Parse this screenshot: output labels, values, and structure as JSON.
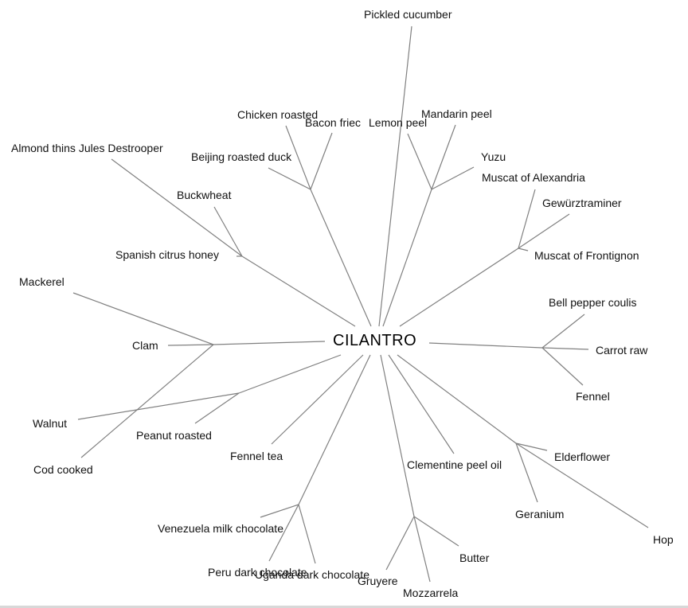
{
  "diagram": {
    "type": "radial-tree",
    "center": {
      "id": "cilantro",
      "label": "CILANTRO"
    },
    "line_color": "#808080",
    "text_color": "#111111",
    "nodes": [
      {
        "id": "pickled-cucumber",
        "label": "Pickled cucumber"
      },
      {
        "id": "chicken-roasted",
        "label": "Chicken roasted"
      },
      {
        "id": "bacon-fried",
        "label": "Bacon friec"
      },
      {
        "id": "beijing-roasted-duck",
        "label": "Beijing roasted duck"
      },
      {
        "id": "lemon-peel",
        "label": "Lemon peel"
      },
      {
        "id": "mandarin-peel",
        "label": "Mandarin peel"
      },
      {
        "id": "yuzu",
        "label": "Yuzu"
      },
      {
        "id": "muscat-of-alexandria",
        "label": "Muscat of Alexandria"
      },
      {
        "id": "gewurztraminer",
        "label": "Gewürztraminer"
      },
      {
        "id": "muscat-of-frontignon",
        "label": "Muscat of Frontignon"
      },
      {
        "id": "almond-thins",
        "label": "Almond thins Jules Destrooper"
      },
      {
        "id": "buckwheat",
        "label": "Buckwheat"
      },
      {
        "id": "spanish-citrus-honey",
        "label": "Spanish citrus honey"
      },
      {
        "id": "mackerel",
        "label": "Mackerel"
      },
      {
        "id": "clam",
        "label": "Clam"
      },
      {
        "id": "cod-cooked",
        "label": "Cod cooked"
      },
      {
        "id": "walnut",
        "label": "Walnut"
      },
      {
        "id": "peanut-roasted",
        "label": "Peanut roasted"
      },
      {
        "id": "fennel-tea",
        "label": "Fennel tea"
      },
      {
        "id": "bell-pepper-coulis",
        "label": "Bell pepper coulis"
      },
      {
        "id": "carrot-raw",
        "label": "Carrot raw"
      },
      {
        "id": "fennel",
        "label": "Fennel"
      },
      {
        "id": "clementine-peel-oil",
        "label": "Clementine peel oil"
      },
      {
        "id": "elderflower",
        "label": "Elderflower"
      },
      {
        "id": "geranium",
        "label": "Geranium"
      },
      {
        "id": "hop",
        "label": "Hop"
      },
      {
        "id": "venezuela-milk-chocolate",
        "label": "Venezuela milk chocolate"
      },
      {
        "id": "peru-dark-chocolate",
        "label": "Peru dark chocolate"
      },
      {
        "id": "uganda-dark-chocolate",
        "label": "Uganda dark chocolate"
      },
      {
        "id": "gruyere",
        "label": "Gruyere"
      },
      {
        "id": "mozzarrela",
        "label": "Mozzarrela"
      },
      {
        "id": "butter",
        "label": "Butter"
      }
    ],
    "groups": [
      {
        "id": "poultry-group",
        "members": [
          "chicken-roasted",
          "bacon-fried",
          "beijing-roasted-duck"
        ]
      },
      {
        "id": "citrus-group",
        "members": [
          "lemon-peel",
          "mandarin-peel",
          "yuzu"
        ]
      },
      {
        "id": "muscat-group",
        "members": [
          "muscat-of-alexandria",
          "gewurztraminer",
          "muscat-of-frontignon"
        ]
      },
      {
        "id": "honey-group",
        "members": [
          "almond-thins",
          "buckwheat",
          "spanish-citrus-honey"
        ]
      },
      {
        "id": "seafood-group",
        "members": [
          "mackerel",
          "clam",
          "cod-cooked"
        ]
      },
      {
        "id": "nut-group",
        "members": [
          "walnut",
          "peanut-roasted"
        ]
      },
      {
        "id": "vegetable-group",
        "members": [
          "bell-pepper-coulis",
          "carrot-raw",
          "fennel"
        ]
      },
      {
        "id": "floral-group",
        "members": [
          "elderflower",
          "geranium",
          "hop"
        ]
      },
      {
        "id": "chocolate-group",
        "members": [
          "venezuela-milk-chocolate",
          "peru-dark-chocolate",
          "uganda-dark-chocolate"
        ]
      },
      {
        "id": "dairy-group",
        "members": [
          "gruyere",
          "mozzarrela",
          "butter"
        ]
      }
    ],
    "direct_leaves": [
      "pickled-cucumber",
      "fennel-tea",
      "clementine-peel-oil"
    ]
  }
}
